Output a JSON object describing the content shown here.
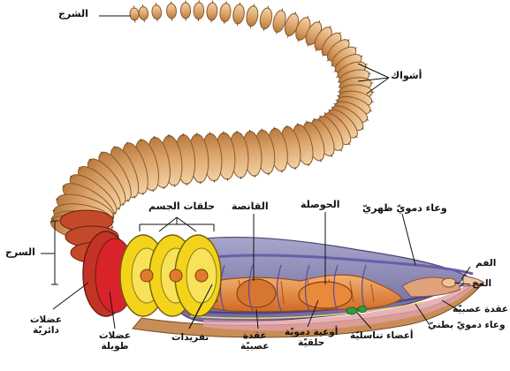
{
  "labels": {
    "anus": "الشرج",
    "setae": "أشواك",
    "clitellum": "السرج",
    "body_rings": "حلقات الجسم",
    "gizzard": "القانصة",
    "crop": "الحوصلة",
    "dorsal_vessel": "وعاء دمويّ ظهريّ",
    "mouth": "الفم",
    "brain": "المخ",
    "nerve_ganglion_right": "عقدة عصبيّة",
    "ventral_vessel": "وعاء دمويّ بطنيّ",
    "reproductive_organs": "أعضاء تناسليّة",
    "ring_blood_vessels_line1": "أوعية دمويّة",
    "ring_blood_vessels_line2": "حلقيّة",
    "nerve_ganglion_bottom_line1": "عقدة",
    "nerve_ganglion_bottom_line2": "عصبيّة",
    "nephridia": "نفريدات",
    "longitudinal_muscles_line1": "عضلات",
    "longitudinal_muscles_line2": "طويلة",
    "circular_muscles_line1": "عضلات",
    "circular_muscles_line2": "دائريّة"
  },
  "colors": {
    "body_segment": "#e2b27c",
    "body_segment_edge": "#8a5a2b",
    "clitellum": "#c24a2a",
    "circular_muscle": "#d8232a",
    "longitudinal_muscle": "#f1d11c",
    "interior": "#8d88b5",
    "gut": "#e98a3d",
    "label_line": "#111111"
  }
}
